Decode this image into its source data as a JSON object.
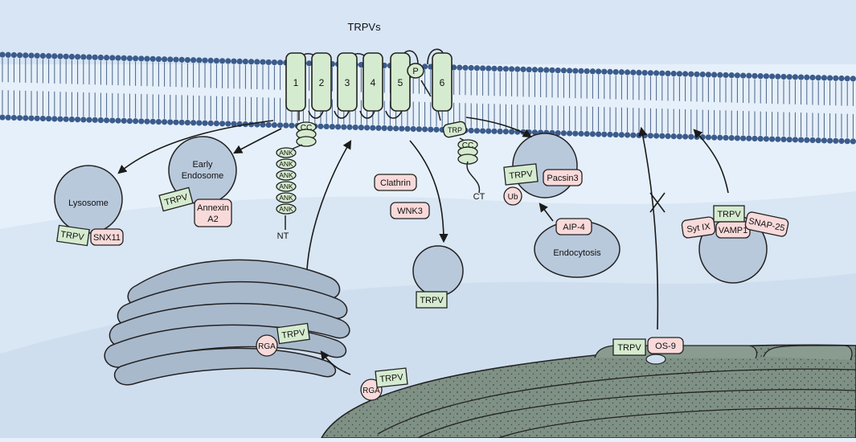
{
  "title": "TRPVs",
  "helices": [
    "1",
    "2",
    "3",
    "4",
    "5",
    "6"
  ],
  "pore_label": "P",
  "coiled_coil_label": "CC",
  "ank_label": "ANK",
  "nt_label": "NT",
  "ct_label": "CT",
  "trp_box_label": "TRP",
  "protein_label": "TRPV",
  "lysosome": {
    "name": "Lysosome",
    "partner": "SNX11"
  },
  "early_endosome": {
    "name_line1": "Early",
    "name_line2": "Endosome",
    "partner_line1": "Annexin",
    "partner_line2": "A2"
  },
  "cytosolic_factors": [
    "Clathrin",
    "WNK3"
  ],
  "endocytosis": {
    "name": "Endocytosis",
    "ligase": "AIP-4",
    "ubiquitin": "Ub",
    "adaptor": "Pacsin3"
  },
  "snare": {
    "syt": "Syt IX",
    "vamp": "VAMP1",
    "snap": "SNAP-25"
  },
  "golgi_partner": "RGA",
  "er_partner": "OS-9",
  "colors": {
    "background": "#e6f0fa",
    "membrane_head": "#3b5b8b",
    "helix_fill": "#d5ebcf",
    "vesicle_fill": "#b9c9dc",
    "partner_fill": "#f9dada",
    "er_fill": "#7f9185",
    "golgi_fill": "#a9b9cc"
  }
}
